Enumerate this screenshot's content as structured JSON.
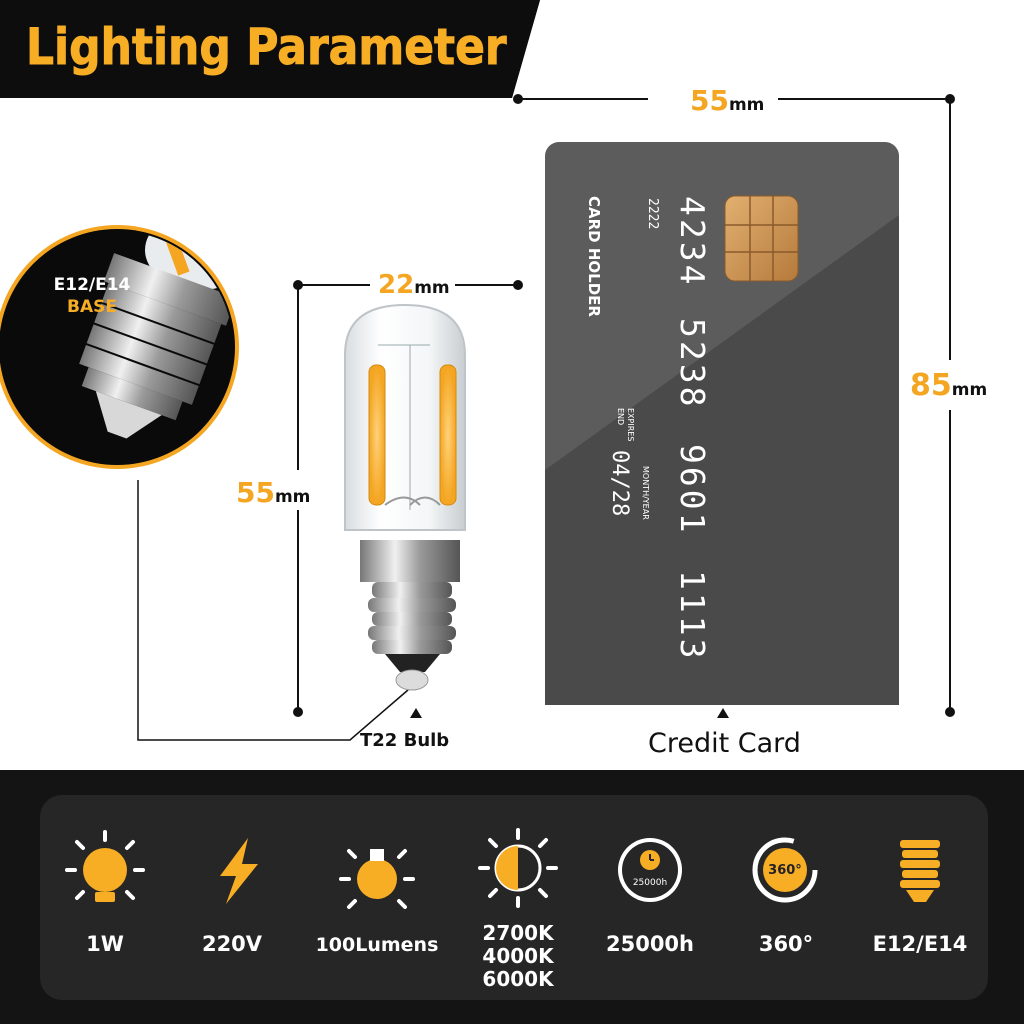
{
  "title": "Lighting Parameter",
  "dimensions": {
    "card_width": {
      "value": "55",
      "unit": "mm"
    },
    "card_height": {
      "value": "85",
      "unit": "mm"
    },
    "bulb_width": {
      "value": "22",
      "unit": "mm"
    },
    "bulb_height": {
      "value": "55",
      "unit": "mm"
    }
  },
  "base_callout": {
    "line1": "E12/E14",
    "line2": "BASE"
  },
  "labels": {
    "bulb": "T22 Bulb",
    "card": "Credit Card"
  },
  "card": {
    "holder": "CARD HOLDER",
    "code": "2222",
    "number_groups": [
      "4234",
      "5238",
      "9601",
      "1113"
    ],
    "expires_label": "EXPIRES END",
    "expiry": "04/28",
    "month_year_label": "MONTH/YEAR"
  },
  "specs": [
    {
      "icon": "power-bulb-icon",
      "label": "1W"
    },
    {
      "icon": "lightning-icon",
      "label": "220V"
    },
    {
      "icon": "lumens-bulb-icon",
      "label": "100Lumens"
    },
    {
      "icon": "color-temperature-icon",
      "label_lines": [
        "2700K",
        "4000K",
        "6000K"
      ]
    },
    {
      "icon": "lifetime-clock-icon",
      "icon_text": "25000h",
      "label": "25000h"
    },
    {
      "icon": "rotation-360-icon",
      "icon_text": "360°",
      "label": "360°"
    },
    {
      "icon": "e12-base-icon",
      "label": "E12/E14"
    }
  ],
  "colors": {
    "accent": "#f7ad24",
    "dark": "#141414",
    "card": "#5a5a5a"
  }
}
